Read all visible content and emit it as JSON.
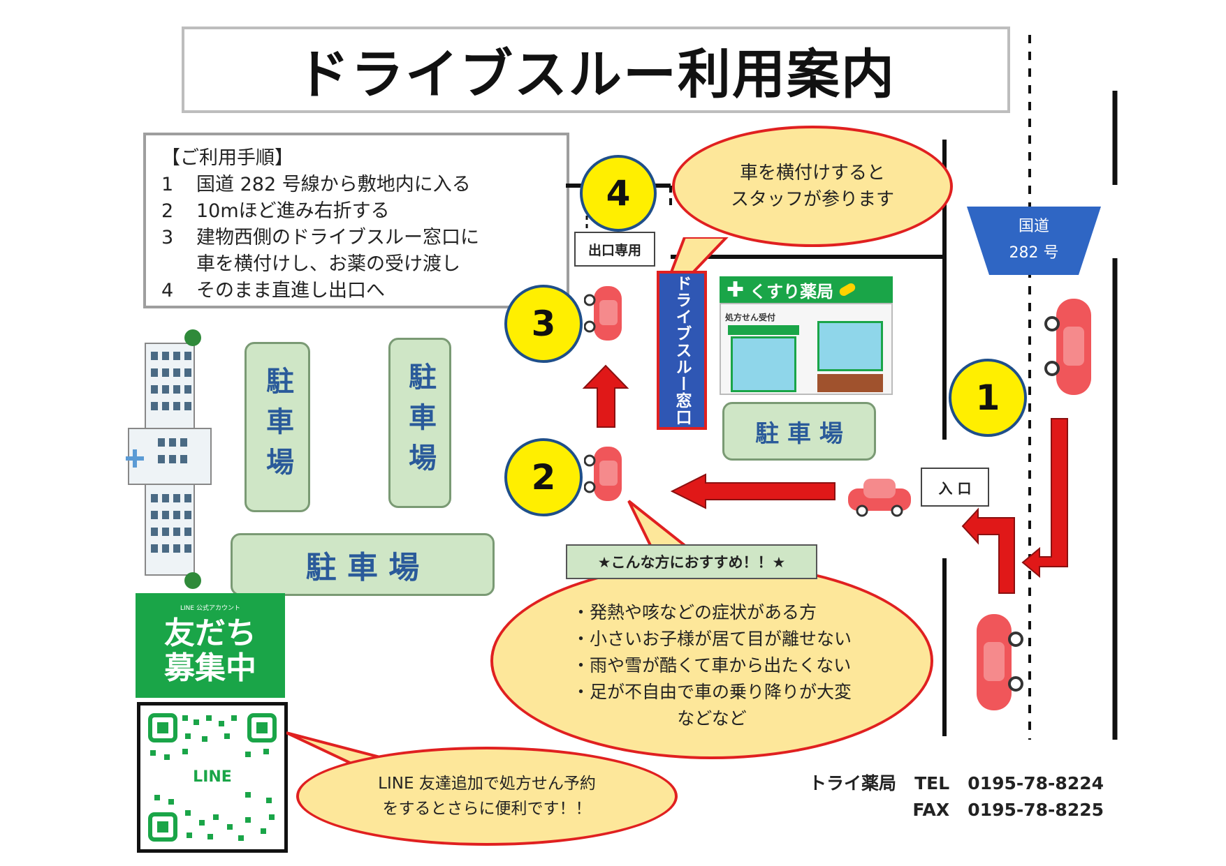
{
  "title": "ドライブスルー利用案内",
  "steps": {
    "heading": "【ご利用手順】",
    "items": [
      {
        "num": "1",
        "text": "国道 282 号線から敷地内に入る"
      },
      {
        "num": "2",
        "text": "10mほど進み右折する"
      },
      {
        "num": "3",
        "text": "建物西側のドライブスルー窓口に"
      },
      {
        "num": "",
        "text": "車を横付けし、お薬の受け渡し"
      },
      {
        "num": "4",
        "text": "そのまま直進し出口へ"
      }
    ]
  },
  "staff_bubble": {
    "line1": "車を横付けすると",
    "line2": "スタッフが参ります"
  },
  "road_sign": {
    "line1": "国道",
    "line2": "282 号"
  },
  "exit_label": "出口専用",
  "entrance_label": "入 口",
  "drive_window_label": "ドライブスルー窓口",
  "pharmacy": {
    "sign": "くすり薬局",
    "counter": "処方せん受付"
  },
  "parking": {
    "vertical_1": "駐車場",
    "vertical_2": "駐車場",
    "horizontal_bottom": "駐 車 場",
    "horizontal_pharmacy": "駐 車 場"
  },
  "markers": [
    "1",
    "2",
    "3",
    "4"
  ],
  "recommend": {
    "heading": "★こんな方におすすめ！！★",
    "items": [
      "・発熱や咳などの症状がある方",
      "・小さいお子様が居て目が離せない",
      "・雨や雪が酷くて車から出たくない",
      "・足が不自由で車の乗り降りが大変"
    ],
    "tail": "などなど"
  },
  "line": {
    "caption": "LINE 公式アカウント",
    "banner_line1": "友だち",
    "banner_line2": "募集中",
    "qr_label": "LINE",
    "bubble_line1": "LINE 友達追加で処方せん予約",
    "bubble_line2": "をするとさらに便利です！！"
  },
  "contact": {
    "name": "トライ薬局",
    "tel_label": "TEL",
    "tel": "0195-78-8224",
    "fax_label": "FAX",
    "fax": "0195-78-8225"
  },
  "colors": {
    "bubble_fill": "#fde79a",
    "bubble_border": "#e02020",
    "marker_fill": "#ffef00",
    "parking_fill": "#cfe6c6",
    "line_green": "#1aa548",
    "arrow_red": "#e01818"
  }
}
